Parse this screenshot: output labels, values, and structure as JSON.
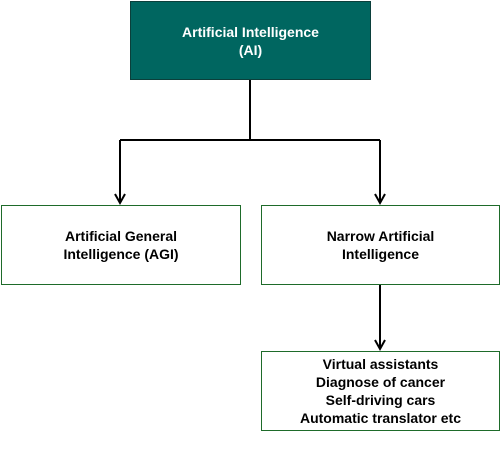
{
  "diagram": {
    "root": {
      "lines": [
        "Artificial Intelligence",
        "(AI)"
      ],
      "fill_color": "#006660",
      "text_color": "#ffffff"
    },
    "children": [
      {
        "lines": [
          "Artificial General",
          "Intelligence (AGI)"
        ]
      },
      {
        "lines": [
          "Narrow Artificial",
          "Intelligence"
        ]
      }
    ],
    "examples": {
      "lines": [
        "Virtual assistants",
        "Diagnose of cancer",
        "Self-driving cars",
        "Automatic translator etc"
      ]
    },
    "box_border_color": "#1e6b2a",
    "arrow_color": "#000000"
  }
}
